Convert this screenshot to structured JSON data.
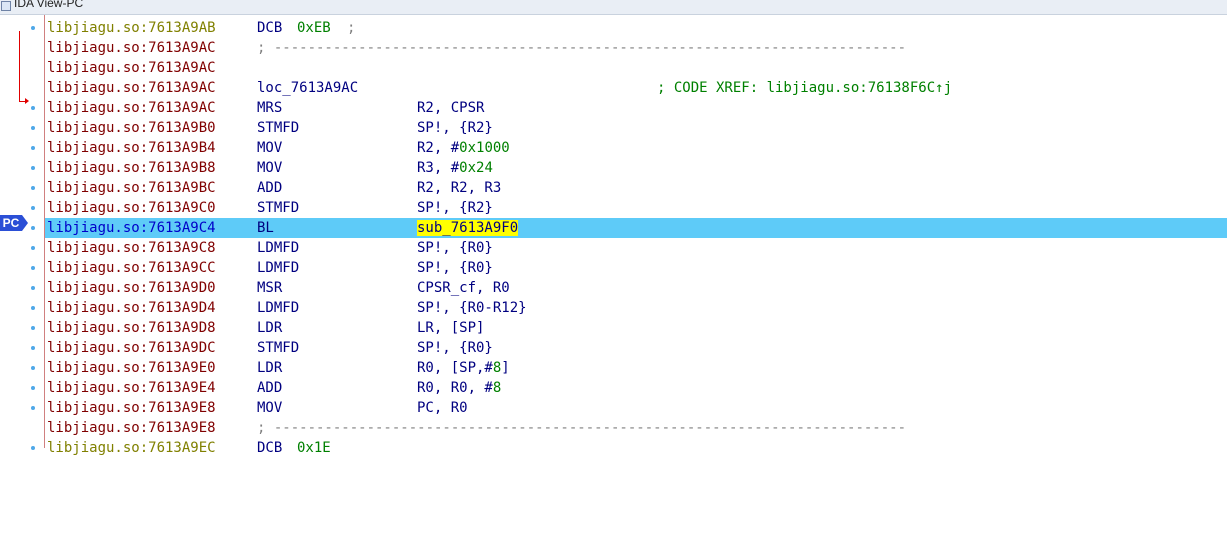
{
  "window": {
    "title": "IDA View-PC"
  },
  "gutter": {
    "pc_badge": "PC"
  },
  "colors": {
    "highlight_row": "#5ecbf8",
    "pc_badge": "#2b4fd6",
    "address": "#800000",
    "code": "#000080",
    "number": "#008000",
    "xref_arrow": "#e00000"
  },
  "listing": [
    {
      "addr": "libjiagu.so:7613A9AB",
      "mnemonic": "DCB",
      "operand": "0xEB",
      "comment": ";"
    },
    {
      "addr": "libjiagu.so:7613A9AC",
      "separator": "; ---------------------------------------------------------------------------"
    },
    {
      "addr": "libjiagu.so:7613A9AC"
    },
    {
      "addr": "libjiagu.so:7613A9AC",
      "label": "loc_7613A9AC",
      "comment": "; CODE XREF: libjiagu.so:76138F6C↑j"
    },
    {
      "addr": "libjiagu.so:7613A9AC",
      "mnemonic": "MRS",
      "operand": "R2, CPSR"
    },
    {
      "addr": "libjiagu.so:7613A9B0",
      "mnemonic": "STMFD",
      "operand": "SP!, {R2}"
    },
    {
      "addr": "libjiagu.so:7613A9B4",
      "mnemonic": "MOV",
      "op_prefix": "R2, #",
      "op_num": "0x1000"
    },
    {
      "addr": "libjiagu.so:7613A9B8",
      "mnemonic": "MOV",
      "op_prefix": "R3, #",
      "op_num": "0x24"
    },
    {
      "addr": "libjiagu.so:7613A9BC",
      "mnemonic": "ADD",
      "operand": "R2, R2, R3"
    },
    {
      "addr": "libjiagu.so:7613A9C0",
      "mnemonic": "STMFD",
      "operand": "SP!, {R2}"
    },
    {
      "addr": "libjiagu.so:7613A9C4",
      "mnemonic": "BL",
      "target": "sub_7613A9F0"
    },
    {
      "addr": "libjiagu.so:7613A9C8",
      "mnemonic": "LDMFD",
      "operand": "SP!, {R0}"
    },
    {
      "addr": "libjiagu.so:7613A9CC",
      "mnemonic": "LDMFD",
      "operand": "SP!, {R0}"
    },
    {
      "addr": "libjiagu.so:7613A9D0",
      "mnemonic": "MSR",
      "operand": "CPSR_cf, R0"
    },
    {
      "addr": "libjiagu.so:7613A9D4",
      "mnemonic": "LDMFD",
      "operand": "SP!, {R0-R12}"
    },
    {
      "addr": "libjiagu.so:7613A9D8",
      "mnemonic": "LDR",
      "operand": "LR, [SP]"
    },
    {
      "addr": "libjiagu.so:7613A9DC",
      "mnemonic": "STMFD",
      "operand": "SP!, {R0}"
    },
    {
      "addr": "libjiagu.so:7613A9E0",
      "mnemonic": "LDR",
      "op_prefix": "R0, [SP,#",
      "op_num": "8",
      "op_suffix": "]"
    },
    {
      "addr": "libjiagu.so:7613A9E4",
      "mnemonic": "ADD",
      "op_prefix": "R0, R0, #",
      "op_num": "8"
    },
    {
      "addr": "libjiagu.so:7613A9E8",
      "mnemonic": "MOV",
      "operand": "PC, R0"
    },
    {
      "addr": "libjiagu.so:7613A9E8",
      "separator": "; ---------------------------------------------------------------------------"
    },
    {
      "addr": "libjiagu.so:7613A9EC",
      "mnemonic": "DCB",
      "operand": "0x1E"
    }
  ]
}
